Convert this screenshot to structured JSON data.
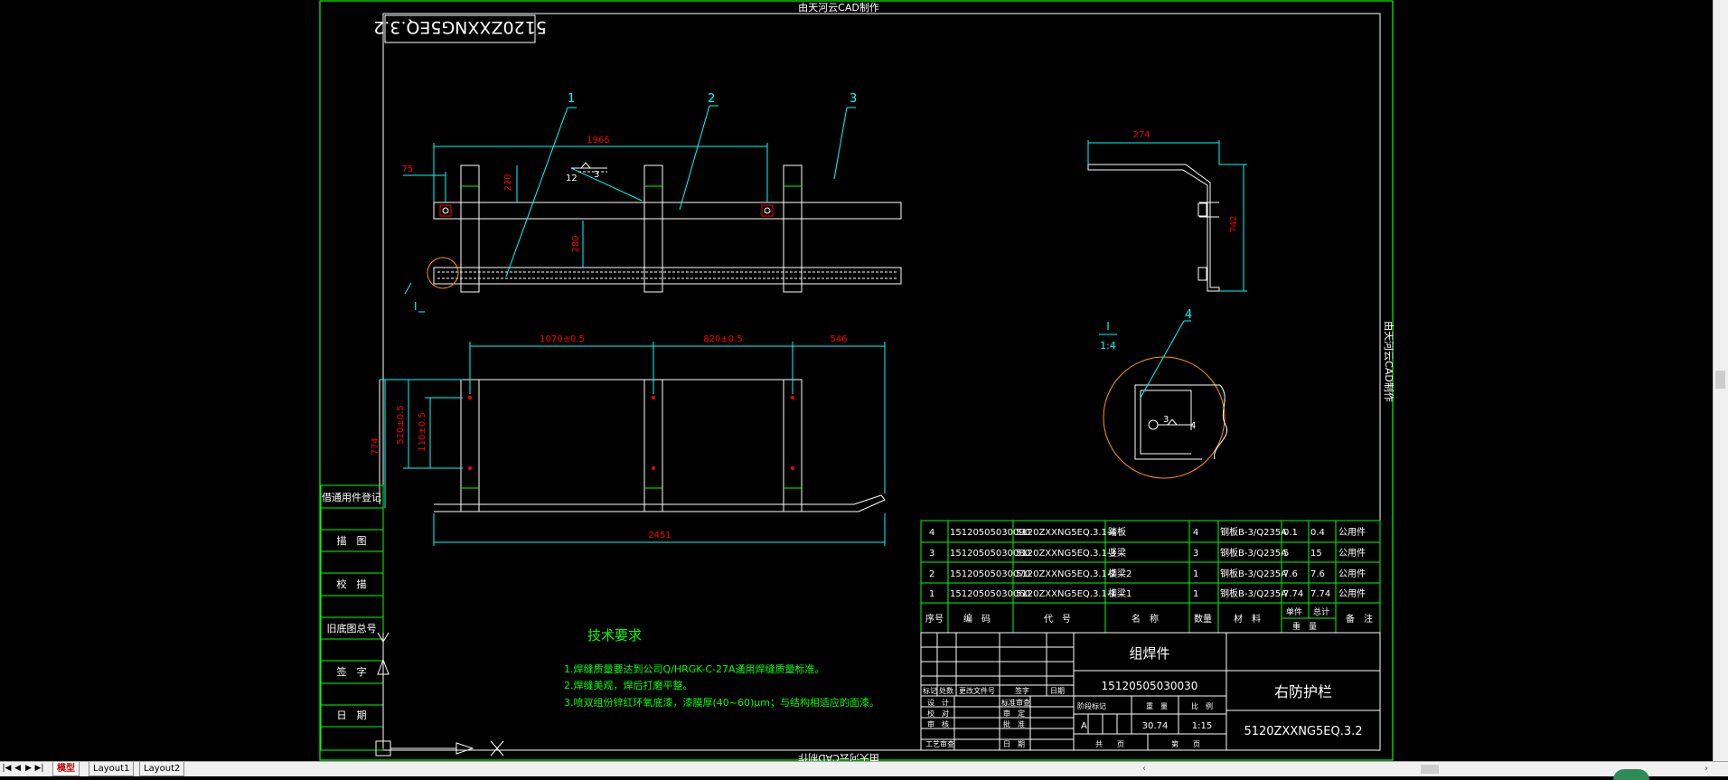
{
  "sheet": {
    "watermark_top": "由天河云CAD制作",
    "watermark_right": "由天河云CAD制作",
    "watermark_bottom": "由天河云CAD制作",
    "corner_code": "5120ZXXNG5EQ.3.2"
  },
  "balloons": [
    "1",
    "2",
    "3",
    "4"
  ],
  "detail_ref": "I",
  "detail_scale": {
    "label": "I",
    "ratio": "1:4"
  },
  "weld_marks": {
    "top_count": "12",
    "top_size": "3",
    "detail_size": "3",
    "detail_legend": "4"
  },
  "dimensions": {
    "top_overall": "1965",
    "top_left_offset": "75",
    "top_height": "220",
    "top_gap": "280",
    "side_width": "274",
    "side_height": "742",
    "bottom_seg1": "1070±0.5",
    "bottom_seg2": "820±0.5",
    "bottom_seg3": "546",
    "bottom_total": "2451",
    "bottom_v1": "774",
    "bottom_v2": "510±0.5",
    "bottom_v3": "110±0.5"
  },
  "left_strip": [
    "借通用件登记",
    "描　图",
    "校　描",
    "旧底图总号",
    "签　字",
    "日　期"
  ],
  "tech": {
    "title": "技术要求",
    "lines": [
      "1.焊缝质量要达到公司Q/HRGK-C-27A通用焊缝质量标准。",
      "2.焊缝美观，焊后打磨平整。",
      "3.喷双组份锌红环氧底漆，漆膜厚(40~60)μm；与结构相适应的面漆。"
    ]
  },
  "bom": {
    "rows": [
      {
        "seq": "4",
        "code": "15120505030090",
        "drawing": "5120ZXXNG5EQ.3.1-4",
        "name": "踏板",
        "qty": "4",
        "material": "钢板B-3/Q235A",
        "unit": "0.1",
        "total": "0.4",
        "remark": "公用件"
      },
      {
        "seq": "3",
        "code": "15120505030080",
        "drawing": "5120ZXXNG5EQ.3.1-3",
        "name": "竖梁",
        "qty": "3",
        "material": "钢板B-3/Q235A",
        "unit": "5",
        "total": "15",
        "remark": "公用件"
      },
      {
        "seq": "2",
        "code": "15120505030070",
        "drawing": "5120ZXXNG5EQ.3.1-2",
        "name": "横梁2",
        "qty": "1",
        "material": "钢板B-3/Q235A",
        "unit": "7.6",
        "total": "7.6",
        "remark": "公用件"
      },
      {
        "seq": "1",
        "code": "15120505030060",
        "drawing": "5120ZXXNG5EQ.3.1-1",
        "name": "横梁1",
        "qty": "1",
        "material": "钢板B-3/Q235A",
        "unit": "7.74",
        "total": "7.74",
        "remark": "公用件"
      }
    ],
    "header": {
      "seq": "序号",
      "code": "编　码",
      "drawing": "代　号",
      "name": "名　称",
      "qty": "数量",
      "material": "材　料",
      "unit": "单件",
      "total": "总计",
      "weight": "重　量",
      "remark": "备　注"
    }
  },
  "title_block": {
    "type": "组焊件",
    "code": "15120505030030",
    "name": "右防护栏",
    "drawing_no": "5120ZXXNG5EQ.3.2",
    "mark": "A",
    "weight": "30.74",
    "scale": "1:15",
    "h_stage": "阶段标记",
    "h_weight": "重　量",
    "h_scale": "比　例",
    "h_sheets": "共　　页",
    "h_sheet": "第　　页",
    "rev_marks": [
      "标记",
      "处数",
      "更改文件号",
      "签字",
      "日期"
    ],
    "signers": [
      "设　计",
      "校　对",
      "审　核",
      "工艺审查"
    ],
    "signers_right": [
      "标准审查",
      "审　定",
      "批　准",
      "日　期"
    ]
  },
  "statusbar": {
    "nav": [
      "|◀",
      "◀",
      "▶",
      "▶|"
    ],
    "tabs": [
      "模型",
      "Layout1",
      "Layout2"
    ]
  },
  "colors": {
    "green": "#00ff00",
    "cyan": "#00ffff",
    "red": "#ff0000",
    "white": "#ffffff",
    "yellow": "#ffff00",
    "orange": "#ff9900",
    "background": "#000000"
  }
}
